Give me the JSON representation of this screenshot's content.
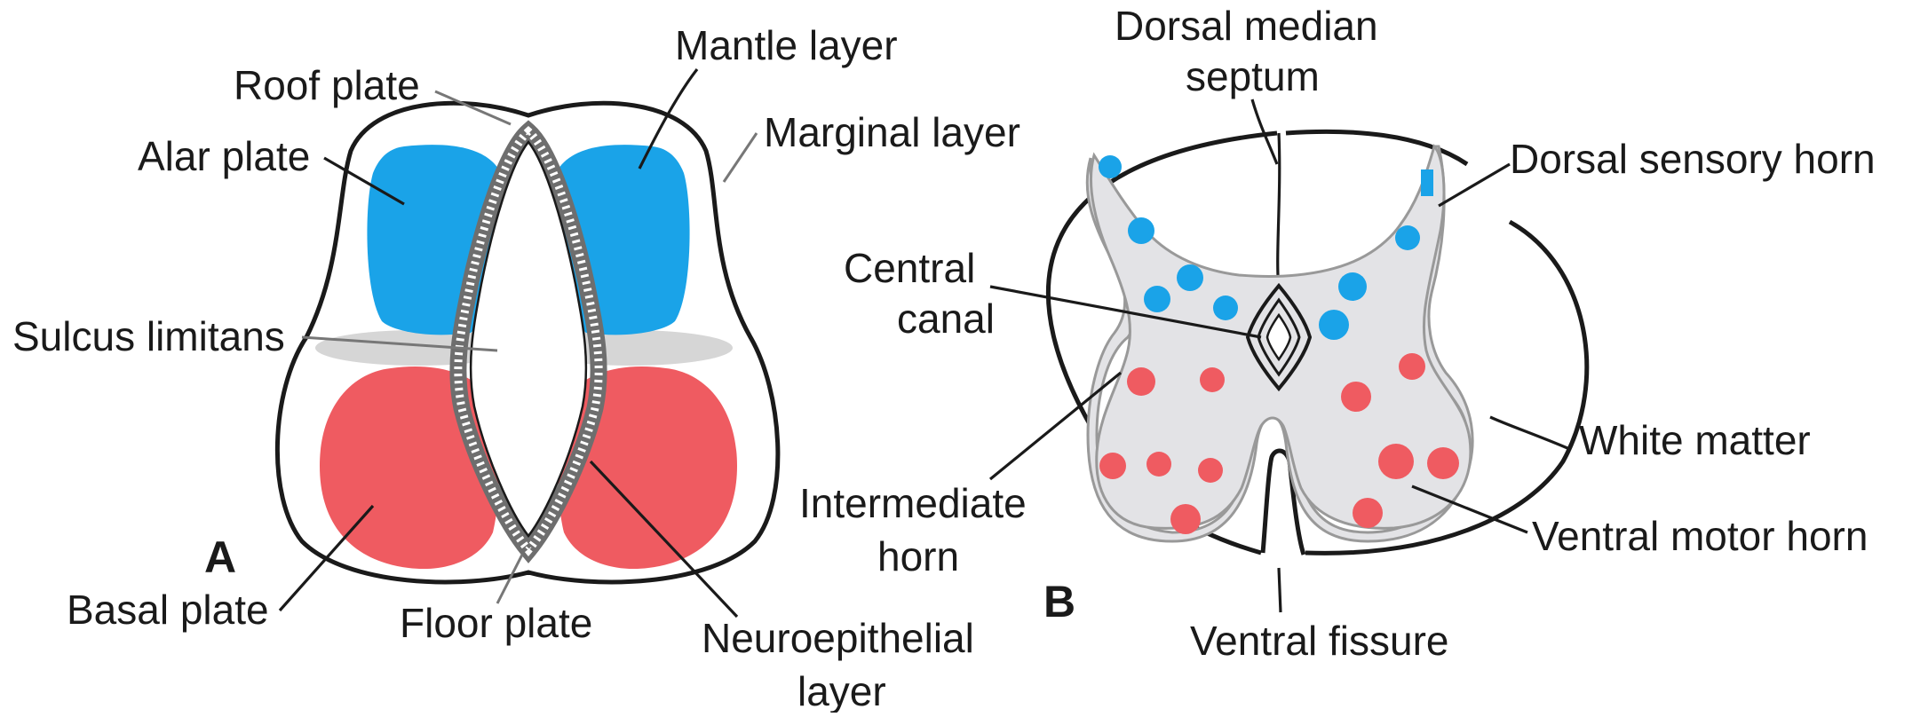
{
  "panels": {
    "a": "A",
    "b": "B"
  },
  "labels_a": {
    "roof_plate": "Roof plate",
    "mantle_layer": "Mantle layer",
    "alar_plate": "Alar plate",
    "marginal_layer": "Marginal layer",
    "sulcus_limitans": "Sulcus limitans",
    "basal_plate": "Basal plate",
    "floor_plate": "Floor plate",
    "neuroepithelial_1": "Neuroepithelial",
    "neuroepithelial_2": "layer"
  },
  "labels_b": {
    "dorsal_median_1": "Dorsal median",
    "dorsal_median_2": "septum",
    "dorsal_sensory_horn": "Dorsal sensory horn",
    "central_canal_1": "Central",
    "central_canal_2": "canal",
    "white_matter": "White matter",
    "intermediate_1": "Intermediate",
    "intermediate_2": "horn",
    "ventral_motor_horn": "Ventral motor horn",
    "ventral_fissure": "Ventral fissure"
  },
  "colors": {
    "alar_blue": "#1aa3e8",
    "basal_red": "#ef5b61",
    "grey_matter": "#e3e3e6",
    "sulcus_grey": "#d6d6d6",
    "outline": "#1a1a1a"
  }
}
